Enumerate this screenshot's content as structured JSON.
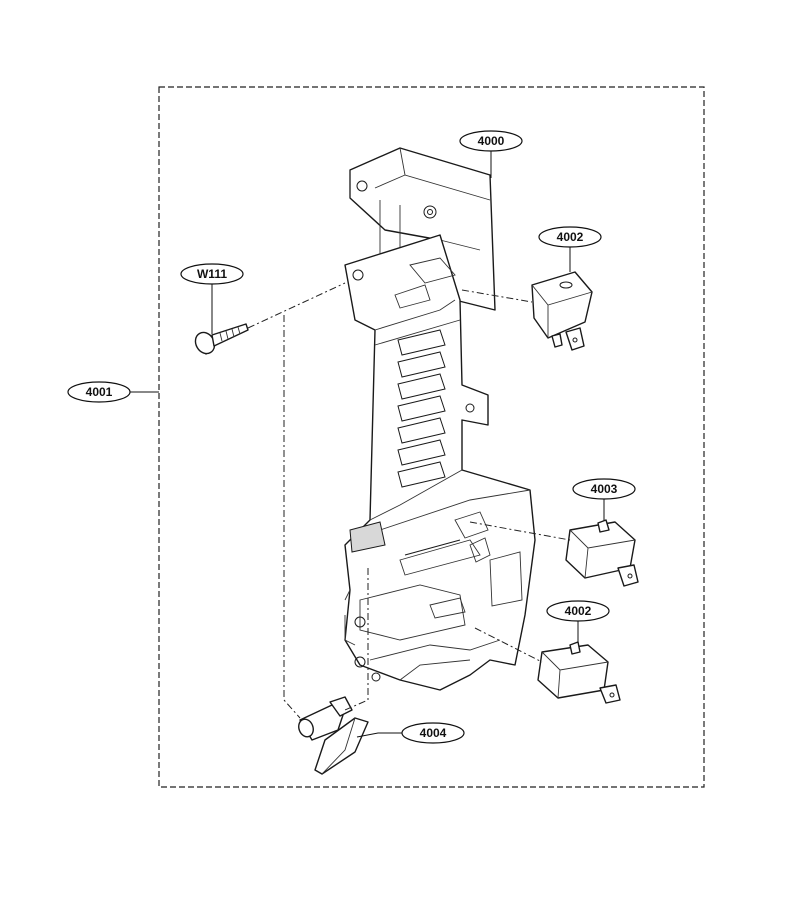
{
  "callouts": {
    "c4000": "4000",
    "c4001": "4001",
    "c4002a": "4002",
    "c4002b": "4002",
    "c4003": "4003",
    "c4004": "4004",
    "cW111": "W111"
  }
}
